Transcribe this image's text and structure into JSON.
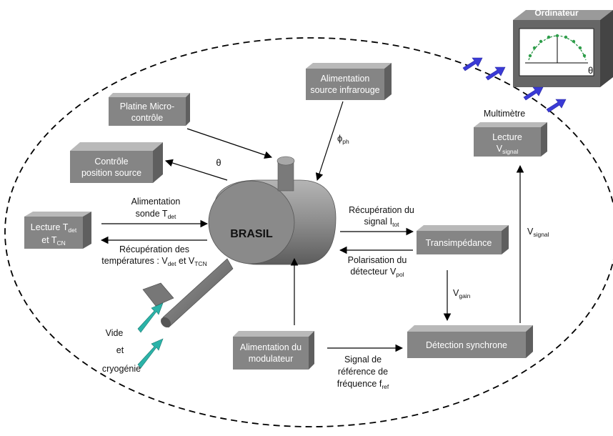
{
  "boxes": {
    "platine": {
      "line1": "Platine Micro-",
      "line2": "contrôle"
    },
    "controle": {
      "line1": "Contrôle",
      "line2": "position source"
    },
    "lecture_t": {
      "line1_pre": "Lecture T",
      "line1_sub": "det",
      "line2_pre": "et T",
      "line2_sub": "CN"
    },
    "alim_ir": {
      "line1": "Alimentation",
      "line2": "source infrarouge"
    },
    "lecture_v": {
      "line1": "Lecture",
      "line2_pre": "V",
      "line2_sub": "signal"
    },
    "transimp": {
      "label": "Transimpédance"
    },
    "alim_mod": {
      "line1": "Alimentation du",
      "line2": "modulateur"
    },
    "detection": {
      "label": "Détection synchrone"
    },
    "ordinateur": {
      "title": "Ordinateur",
      "axis_label": "θ"
    }
  },
  "labels": {
    "brasil": "BRASIL",
    "theta": "θ",
    "phi_main": "ϕ",
    "phi_sub": "ph",
    "multimetre": "Multimètre",
    "alim_sonde_1": "Alimentation",
    "alim_sonde_2_pre": "sonde T",
    "alim_sonde_2_sub": "det",
    "recup_temp_1": "Récupération des",
    "recup_temp_2_a": "températures : V",
    "recup_temp_2_sub1": "det",
    "recup_temp_2_b": " et V",
    "recup_temp_2_sub2": "TCN",
    "recup_sig_1": "Récupération du",
    "recup_sig_2_pre": "signal I",
    "recup_sig_2_sub": "tot",
    "polar_1": "Polarisation du",
    "polar_2_pre": "détecteur V",
    "polar_2_sub": "pol",
    "vgain_pre": "V",
    "vgain_sub": "gain",
    "vsignal_pre": "V",
    "vsignal_sub": "signal",
    "sig_ref_1": "Signal de",
    "sig_ref_2": "référence de",
    "sig_ref_3_pre": "fréquence f",
    "sig_ref_3_sub": "ref",
    "vide_1": "Vide",
    "vide_2": "et",
    "vide_3": "cryogénie"
  },
  "colors": {
    "box_front": "#858585",
    "box_top": "#b9b9b9",
    "box_side": "#5f5f5f",
    "arrow_blue": "#3a3ad6",
    "arrow_teal": "#2bb3a8",
    "screen_curve": "#1e8c3a"
  }
}
